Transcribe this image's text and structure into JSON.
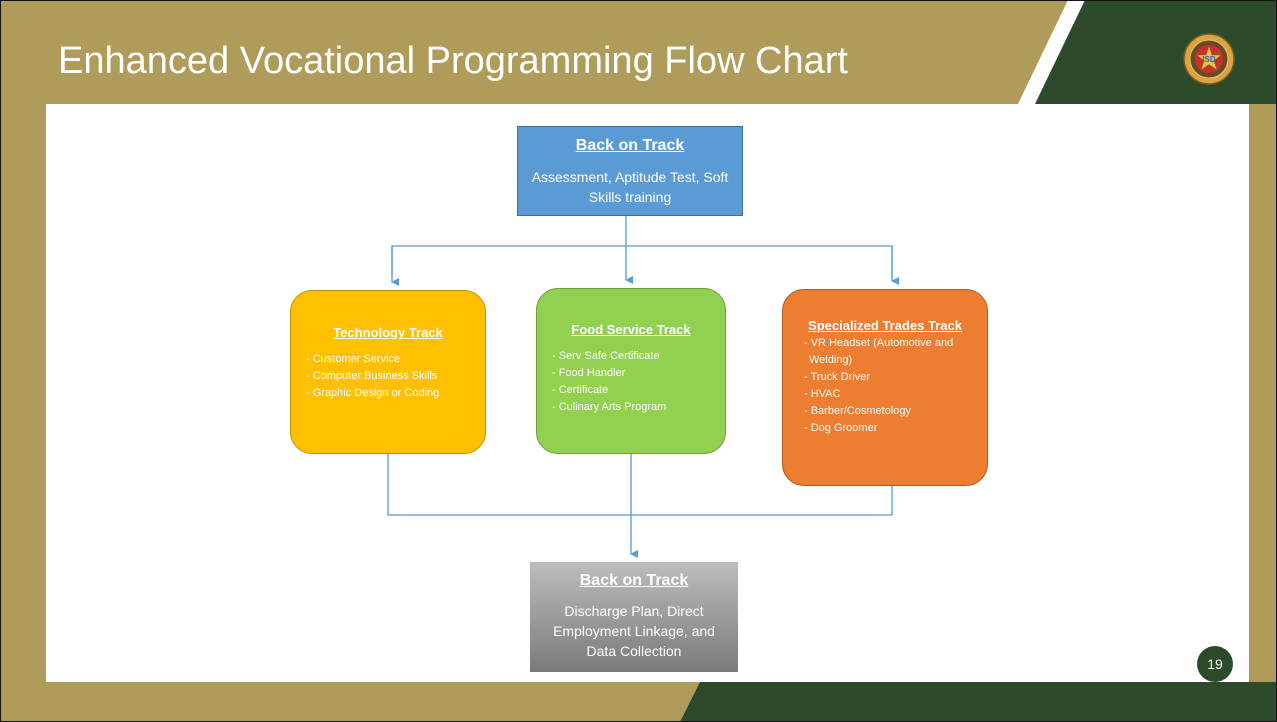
{
  "slide": {
    "title": "Enhanced Vocational Programming Flow Chart",
    "page_number": "19"
  },
  "colors": {
    "gold": "#b09c5a",
    "dark_green": "#2d4a2b",
    "blue": "#5b9bd5",
    "yellow": "#ffc000",
    "green": "#92d050",
    "orange": "#ed7d31",
    "gray": "#9e9e9e",
    "connector": "#5b9bd5"
  },
  "seal": {
    "icon": "sheriff-badge-seal-icon",
    "text": "ISD"
  },
  "flow": {
    "start": {
      "title": "Back on Track",
      "text": "Assessment, Aptitude Test, Soft Skills training"
    },
    "tracks": [
      {
        "title": "Technology Track",
        "items": [
          "- Customer Service",
          "- Computer Business Skills",
          "- Graphic Design or Coding"
        ]
      },
      {
        "title": "Food Service Track",
        "items": [
          "- Serv Safe Certificate",
          "- Food Handler",
          "- Certificate",
          "- Culinary Arts Program"
        ]
      },
      {
        "title": "Specialized Trades Track",
        "items": [
          "- VR Headset (Automotive and Welding)",
          "- Truck Driver",
          "- HVAC",
          "- Barber/Cosmetology",
          "- Dog Groomer"
        ]
      }
    ],
    "end": {
      "title": "Back on Track",
      "text": "Discharge Plan, Direct Employment Linkage, and Data Collection"
    }
  }
}
